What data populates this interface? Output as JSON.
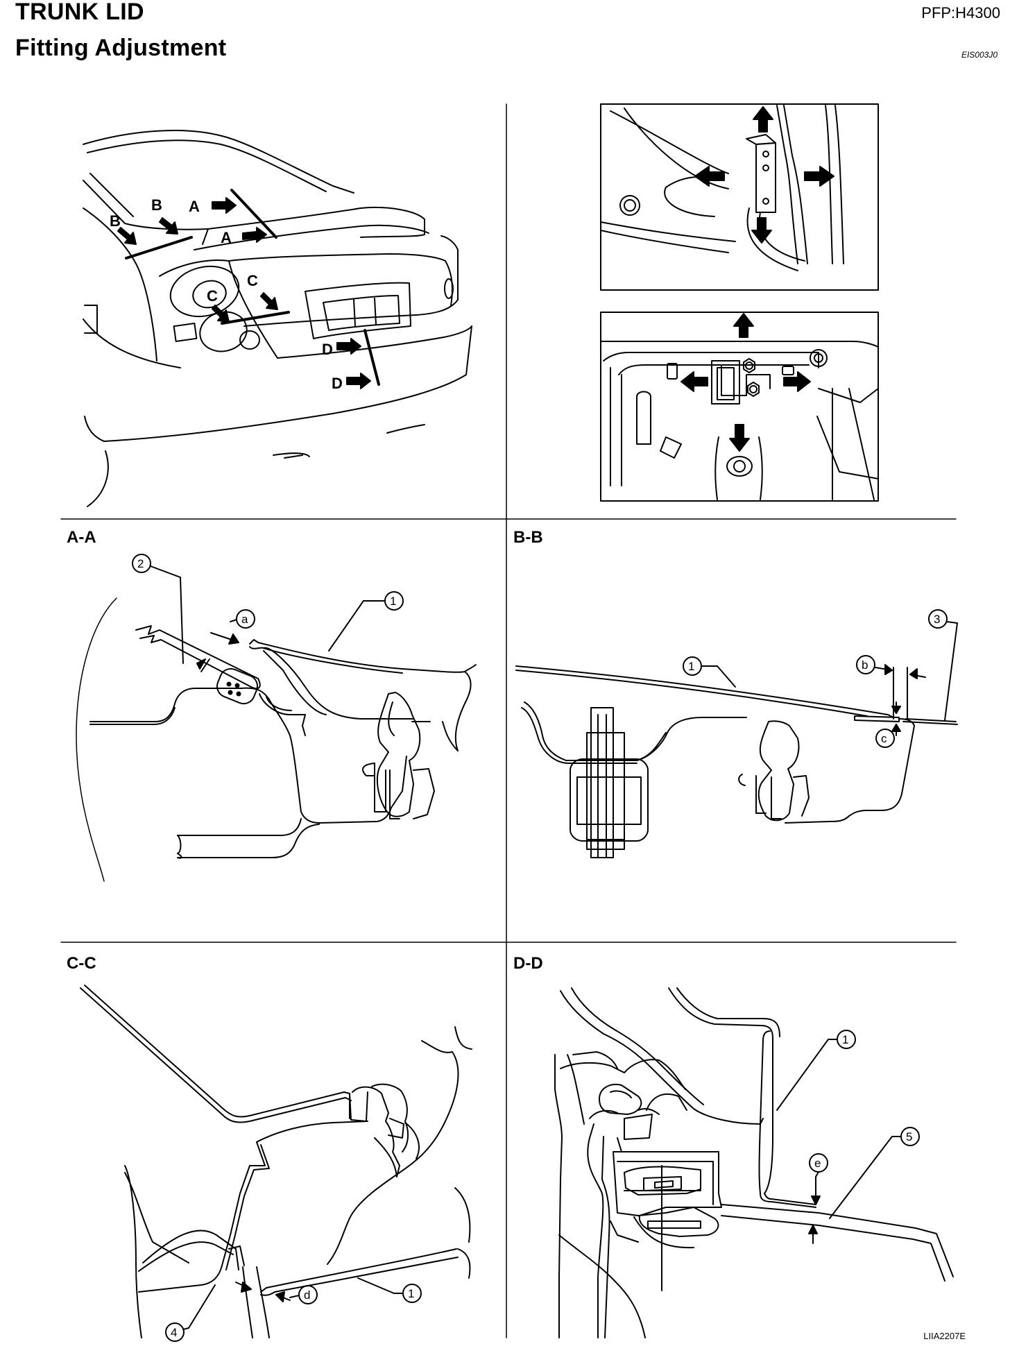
{
  "header": {
    "title": "TRUNK LID",
    "subtitle": "Fitting Adjustment",
    "pfp": "PFP:H4300",
    "code": "EIS003J0"
  },
  "figure_id": "LIIA2207E",
  "sections": {
    "aa": "A-A",
    "bb": "B-B",
    "cc": "C-C",
    "dd": "D-D"
  },
  "view_markers": {
    "a1": "A",
    "a2": "A",
    "b1": "B",
    "b2": "B",
    "c1": "C",
    "c2": "C",
    "d1": "D",
    "d2": "D"
  },
  "callouts": {
    "n1": "1",
    "n2": "2",
    "n3": "3",
    "n4": "4",
    "n5": "5",
    "la": "a",
    "lb": "b",
    "lc": "c",
    "ld": "d",
    "le": "e"
  },
  "colors": {
    "ink": "#000000",
    "paper": "#ffffff"
  }
}
